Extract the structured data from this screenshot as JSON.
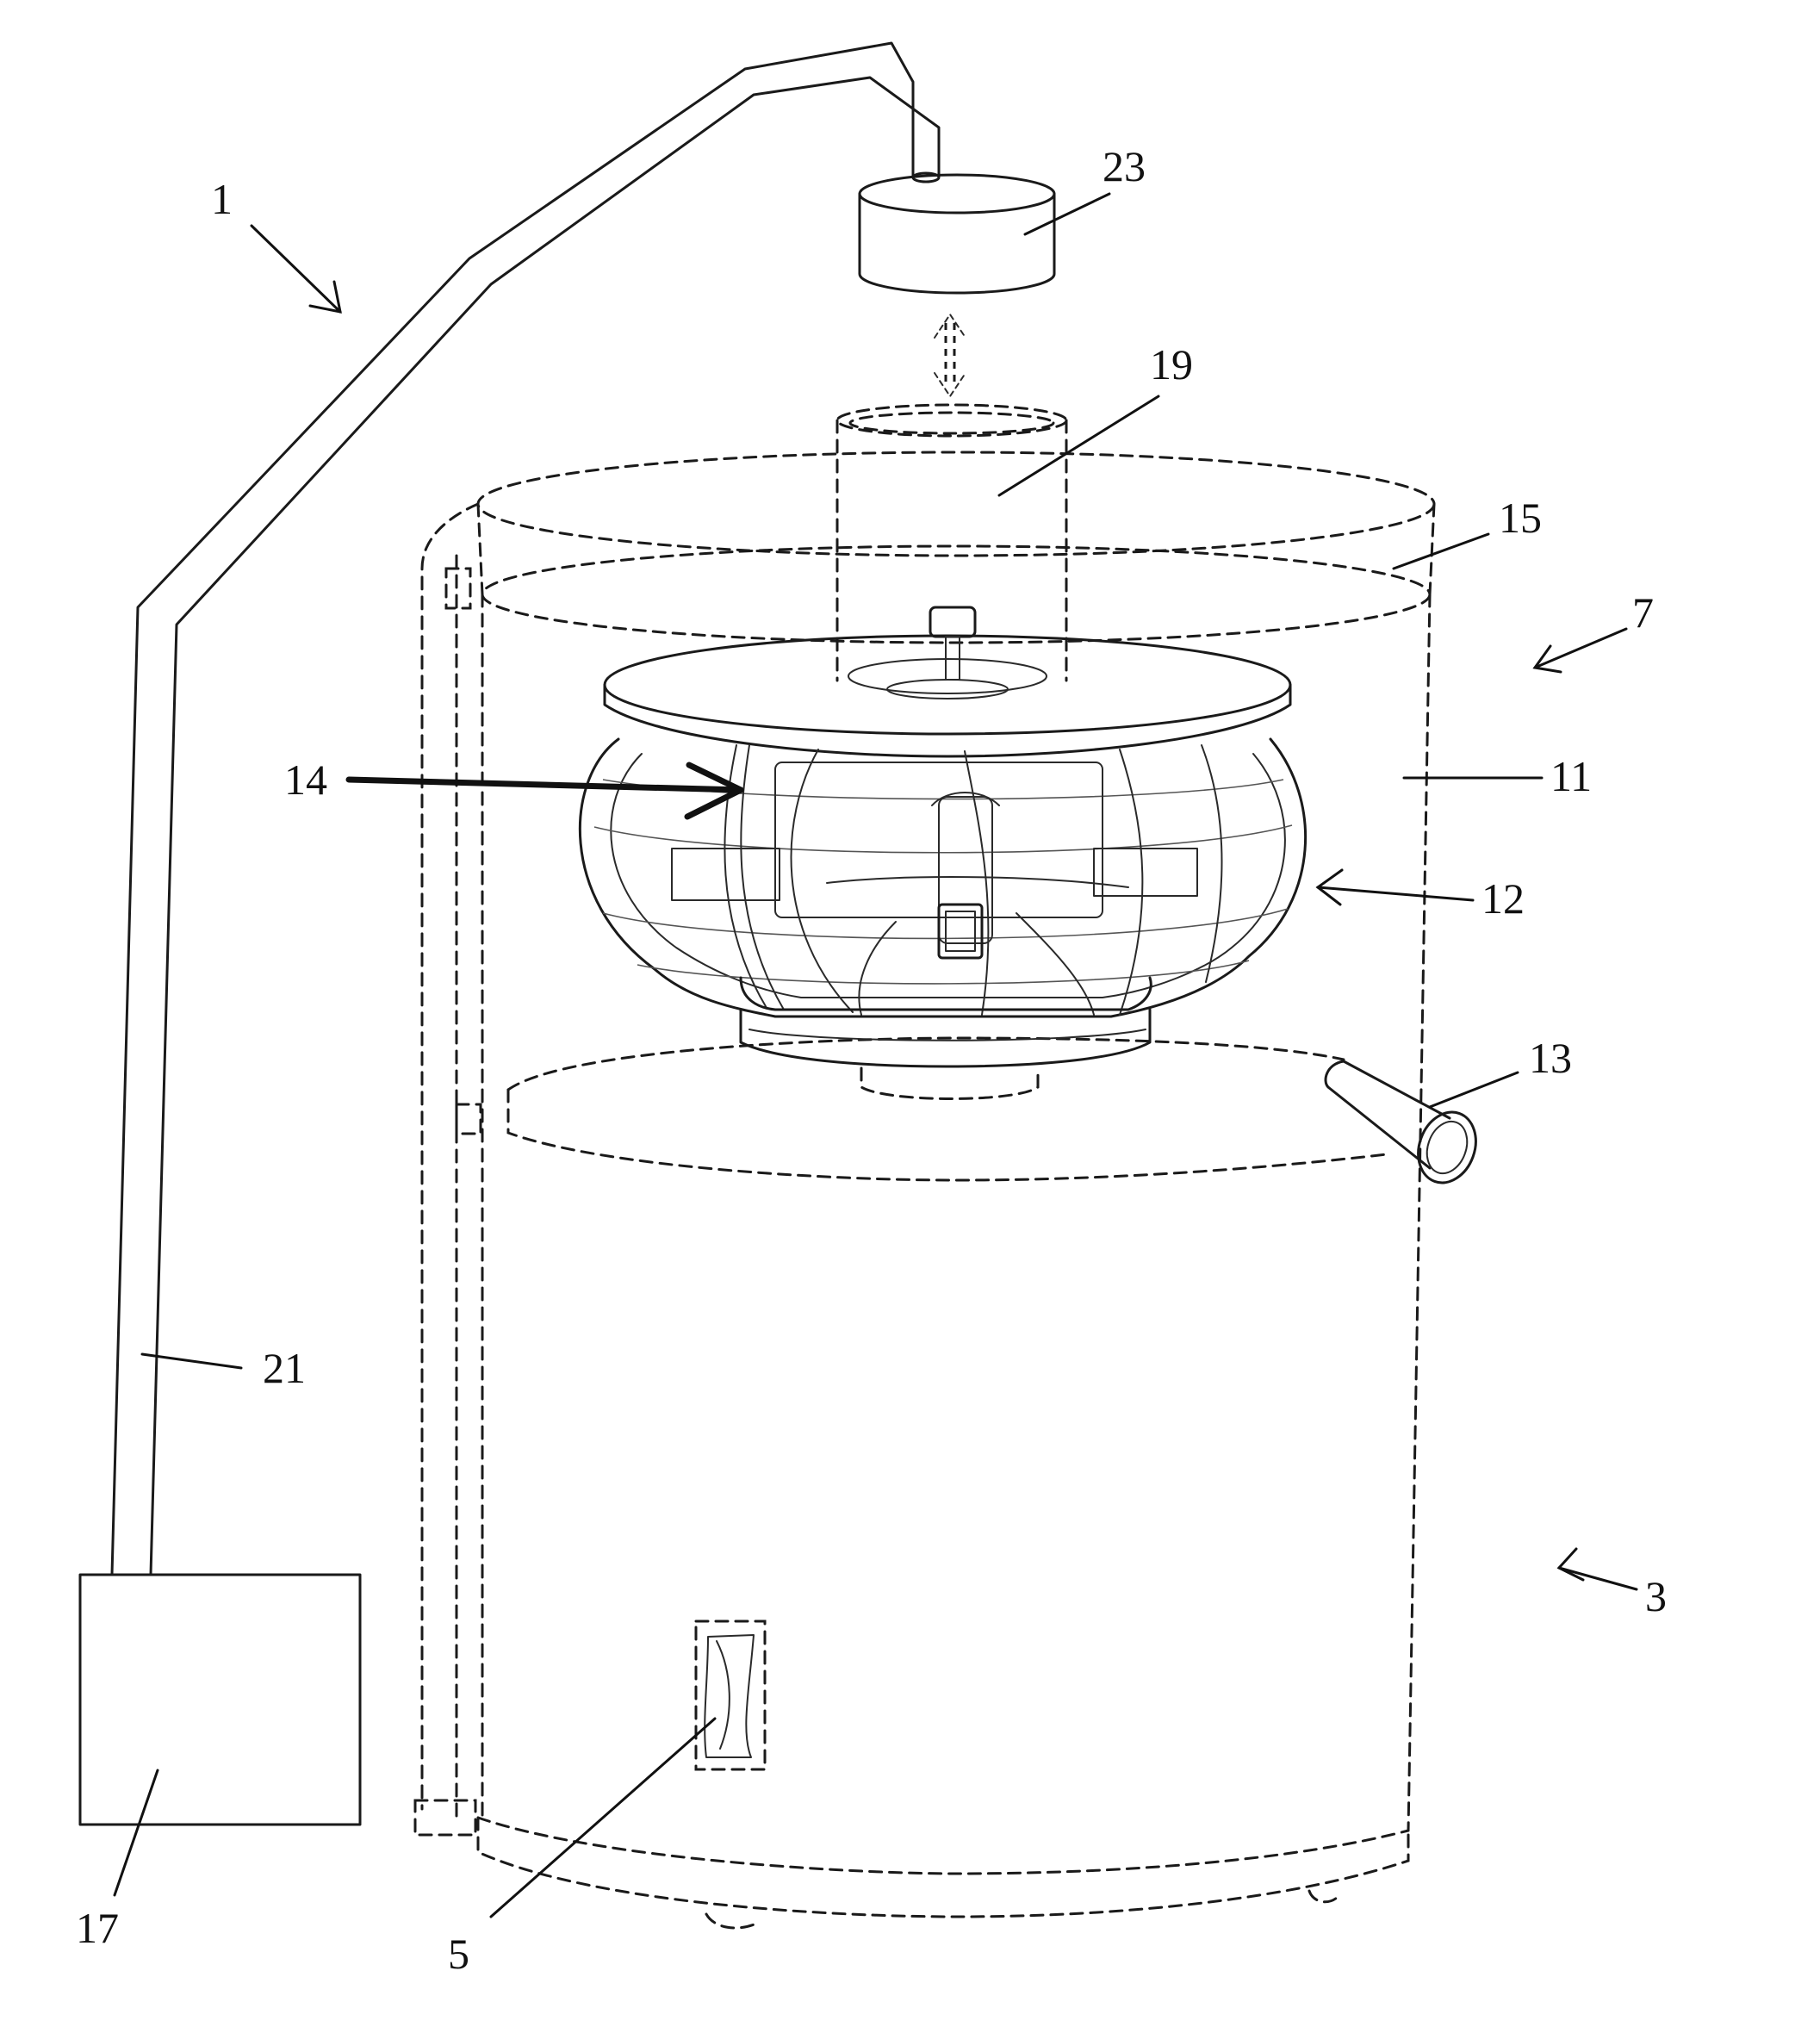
{
  "labels": {
    "ref_1": "1",
    "ref_3": "3",
    "ref_5": "5",
    "ref_7": "7",
    "ref_11": "11",
    "ref_12": "12",
    "ref_13": "13",
    "ref_14": "14",
    "ref_15": "15",
    "ref_17": "17",
    "ref_19": "19",
    "ref_21": "21",
    "ref_23": "23"
  }
}
